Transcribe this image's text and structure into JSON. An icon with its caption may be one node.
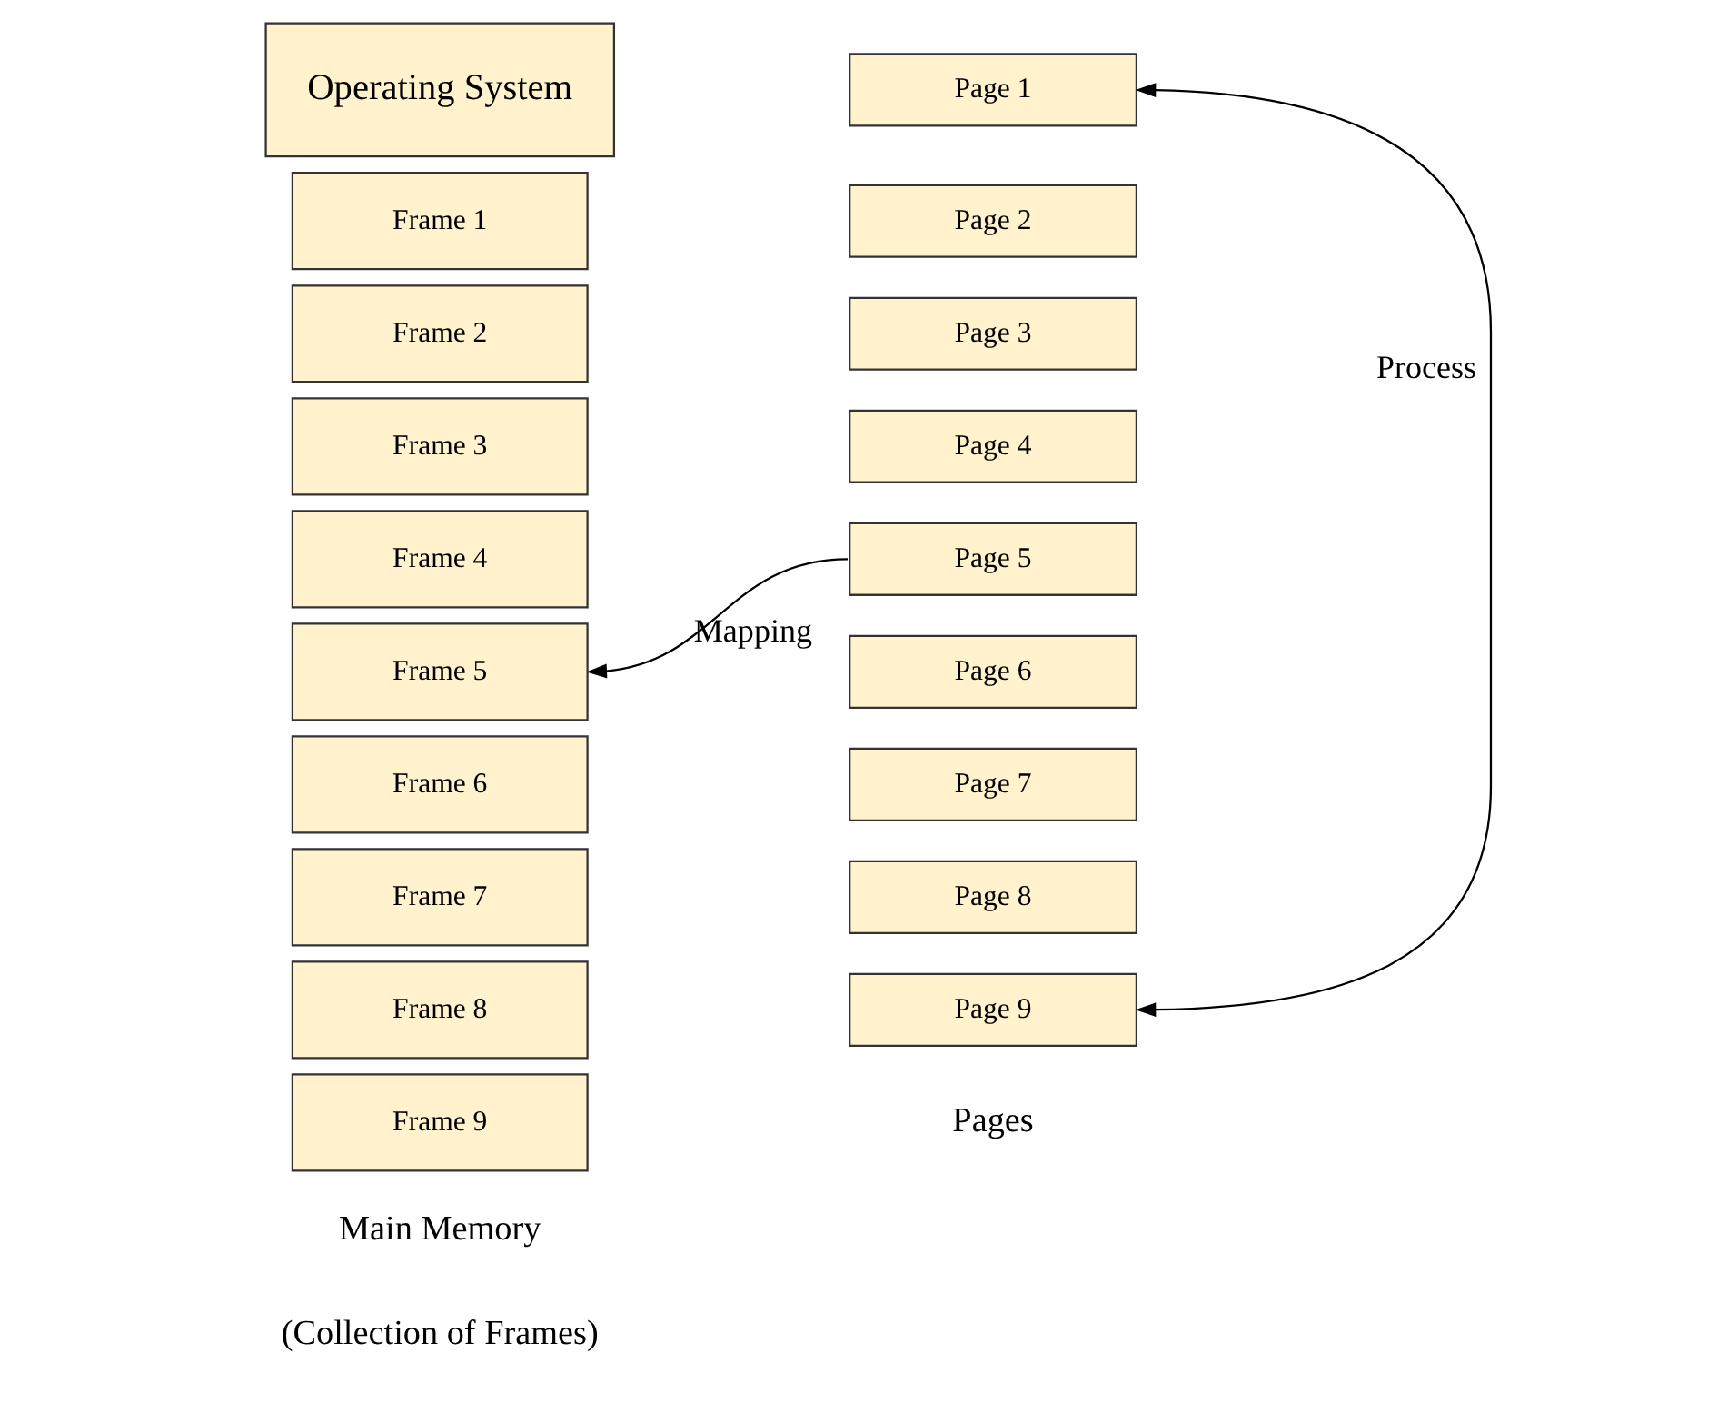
{
  "diagram": {
    "nodes": [
      {
        "text": [
          "Operating System"
        ]
      },
      {
        "text": [
          "Frame 1"
        ]
      },
      {
        "text": [
          "Frame 2"
        ]
      },
      {
        "text": [
          "Frame 3"
        ]
      },
      {
        "text": [
          "Frame 4"
        ]
      },
      {
        "text": [
          "Frame 5"
        ]
      },
      {
        "text": [
          "Frame 6"
        ]
      },
      {
        "text": [
          "Frame 7"
        ]
      },
      {
        "text": [
          "Frame 8"
        ]
      },
      {
        "text": [
          "Frame 9"
        ]
      },
      {
        "text": [
          "Page 1"
        ]
      },
      {
        "text": [
          "Page 2"
        ]
      },
      {
        "text": [
          "Page 3"
        ]
      },
      {
        "text": [
          "Page 4"
        ]
      },
      {
        "text": [
          "Page 5"
        ]
      },
      {
        "text": [
          "Page 6"
        ]
      },
      {
        "text": [
          "Page 7"
        ]
      },
      {
        "text": [
          "Page 8"
        ]
      },
      {
        "text": [
          "Page 9"
        ]
      }
    ],
    "edges": [
      {
        "from": 14,
        "to": 5,
        "arrow": "to",
        "label": "Mapping"
      },
      {
        "from": 10,
        "to": 18,
        "arrow": "both",
        "label": "Process"
      }
    ],
    "labels": [
      "Main Memory",
      "(Collection of Frames)",
      "Pages"
    ]
  }
}
